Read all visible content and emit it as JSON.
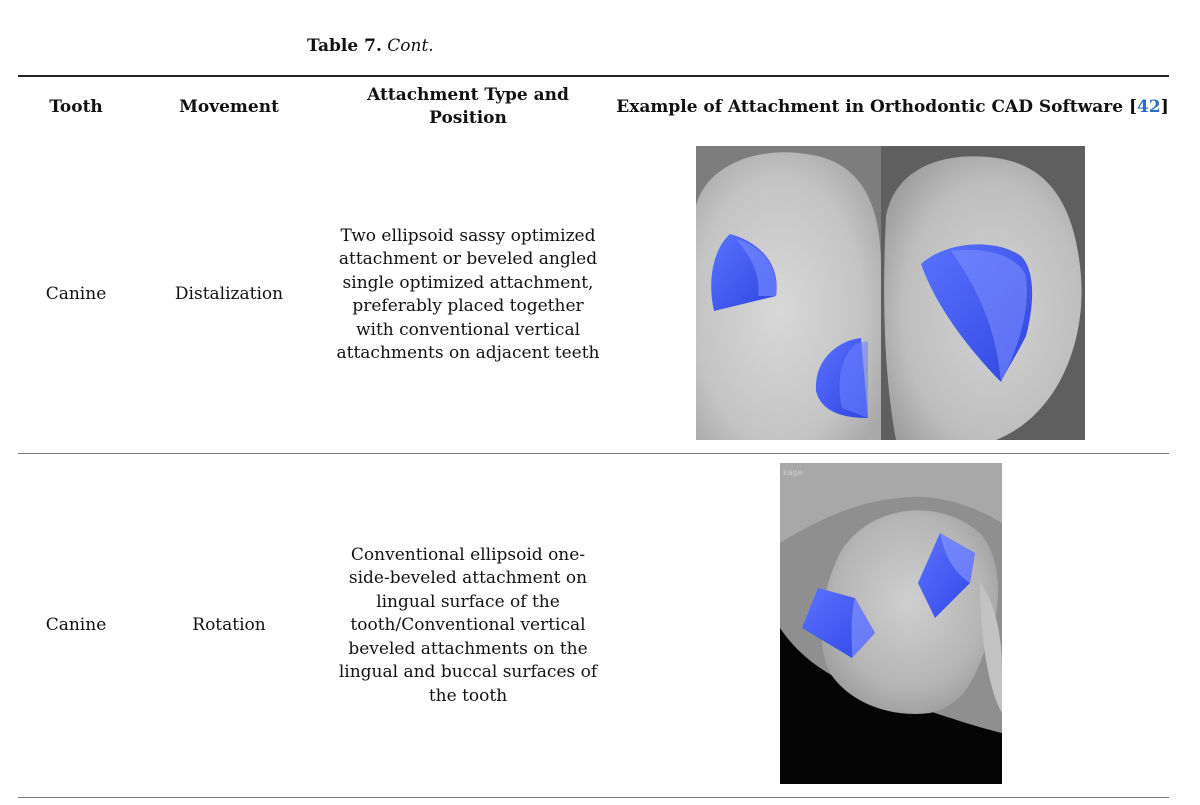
{
  "caption": {
    "label": "Table 7.",
    "cont": "Cont."
  },
  "headers": {
    "tooth": "Tooth",
    "movement": "Movement",
    "attachment": "Attachment Type and Position",
    "example_prefix": "Example of Attachment in Orthodontic CAD Software [",
    "example_ref": "42",
    "example_suffix": "]"
  },
  "rows": [
    {
      "tooth": "Canine",
      "movement": "Distalization",
      "attachment": "Two ellipsoid sassy optimized attachment or beveled angled single optimized attachment, preferably placed together with conventional vertical attachments on adjacent teeth"
    },
    {
      "tooth": "Canine",
      "movement": "Rotation",
      "attachment": "Conventional ellipsoid one-side-beveled attachment on lingual surface of the tooth/Conventional vertical beveled attachments on the lingual and buccal surfaces of the tooth"
    }
  ],
  "colors": {
    "attachment_blue": "#3f5cf2",
    "tooth_gray": "#c8c8c8",
    "link": "#2a6fc8"
  }
}
